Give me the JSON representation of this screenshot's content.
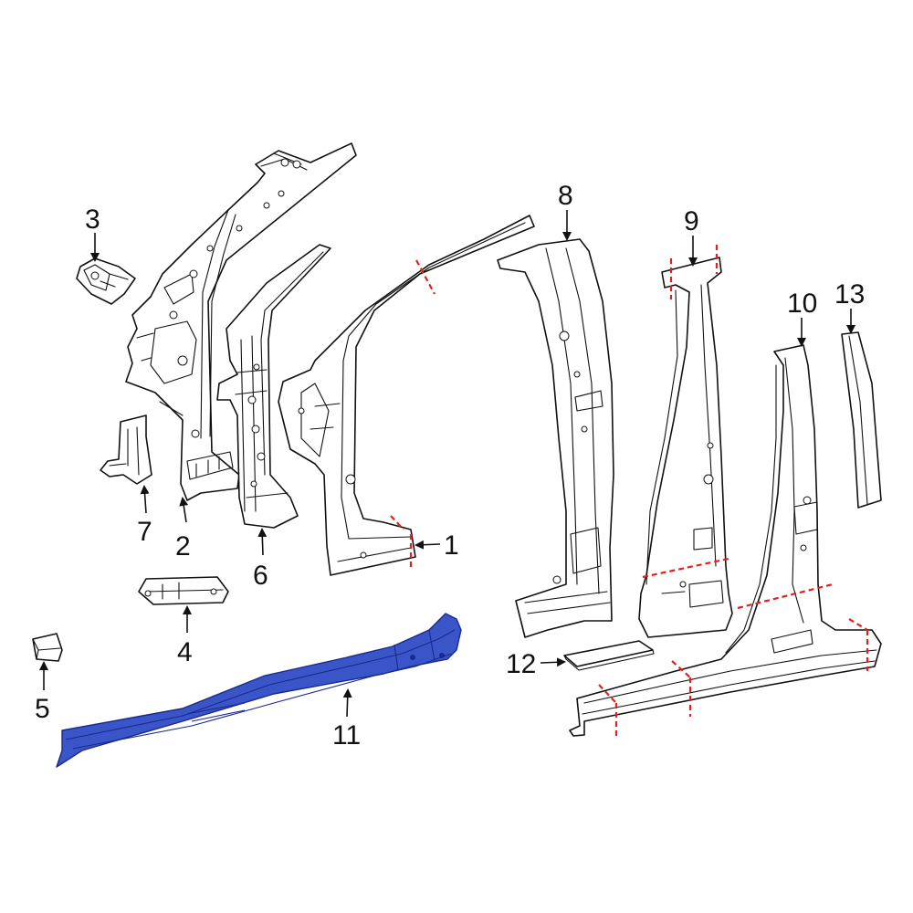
{
  "diagram": {
    "highlight_color": "#3a55c8",
    "cut_line_color": "#e0221e",
    "highlighted_part": "11",
    "callouts": [
      {
        "id": "c1",
        "label": "1"
      },
      {
        "id": "c2",
        "label": "2"
      },
      {
        "id": "c3",
        "label": "3"
      },
      {
        "id": "c4",
        "label": "4"
      },
      {
        "id": "c5",
        "label": "5"
      },
      {
        "id": "c6",
        "label": "6"
      },
      {
        "id": "c7",
        "label": "7"
      },
      {
        "id": "c8",
        "label": "8"
      },
      {
        "id": "c9",
        "label": "9"
      },
      {
        "id": "c10",
        "label": "10"
      },
      {
        "id": "c11",
        "label": "11"
      },
      {
        "id": "c12",
        "label": "12"
      },
      {
        "id": "c13",
        "label": "13"
      }
    ]
  }
}
